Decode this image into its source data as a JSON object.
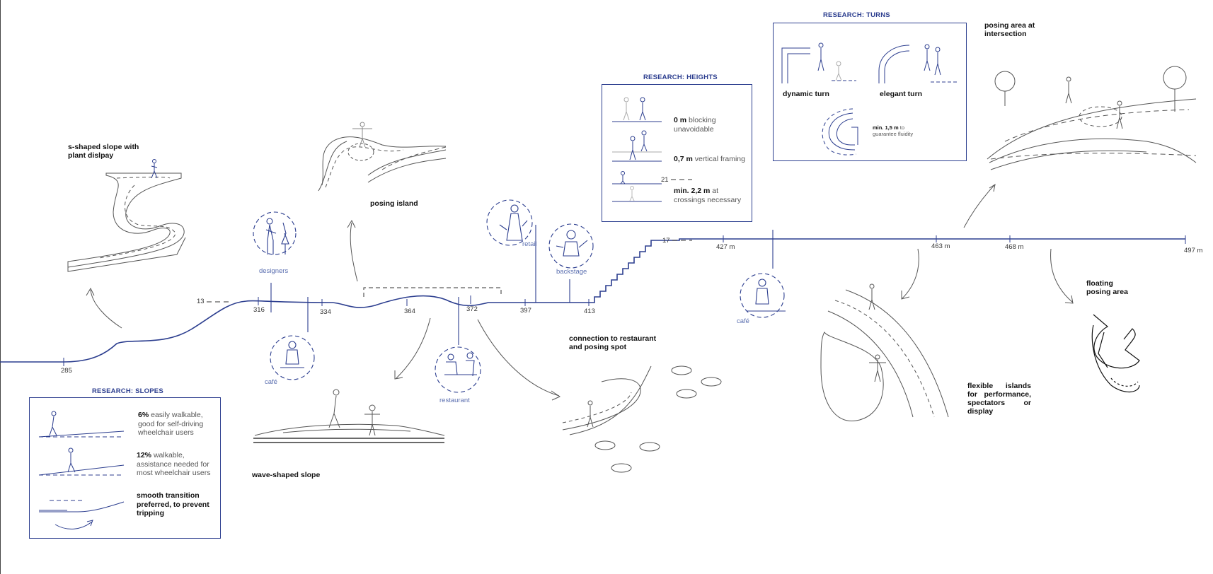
{
  "markers": {
    "m285": "285",
    "m316": "316",
    "m334": "334",
    "m364": "364",
    "m372": "372",
    "m397": "397",
    "m413": "413",
    "m427": "427 m",
    "m463": "463 m",
    "m468": "468 m",
    "m497": "497 m",
    "h13": "13",
    "h17": "17",
    "h21": "21"
  },
  "labels": {
    "s_slope": "s-shaped slope with plant dislpay",
    "posing_island": "posing island",
    "wave_slope": "wave-shaped slope",
    "connection": "connection to restaurant and posing spot",
    "posing_intersection": "posing area at intersection",
    "floating": "floating posing area",
    "flexible": "flexible islands for performance, spectators or display"
  },
  "spots": {
    "designers": "designers",
    "cafe1": "café",
    "restaurant": "restaurant",
    "retail": "retail",
    "backstage": "backstage",
    "cafe2": "café"
  },
  "research_slopes": {
    "title": "RESEARCH: SLOPES",
    "row1_value": "6%",
    "row1_text": "easily walkable, good for self-driving wheelchair users",
    "row2_value": "12%",
    "row2_text": "walkable, assistance needed for most wheelchair users",
    "row3_text": "smooth transition preferred, to prevent tripping"
  },
  "research_heights": {
    "title": "RESEARCH: HEIGHTS",
    "row1_value": "0 m",
    "row1_text": "blocking unavoidable",
    "row2_value": "0,7 m",
    "row2_text": "vertical framing",
    "row3_value": "min. 2,2 m",
    "row3_text": "at crossings necessary"
  },
  "research_turns": {
    "title": "RESEARCH: TURNS",
    "dynamic": "dynamic turn",
    "elegant": "elegant turn",
    "min_value": "min. 1,5 m",
    "min_text": "to guarantee fluidity"
  },
  "colors": {
    "accent": "#2c3e8f",
    "light": "#5b6fb0",
    "sketch": "#555555"
  }
}
